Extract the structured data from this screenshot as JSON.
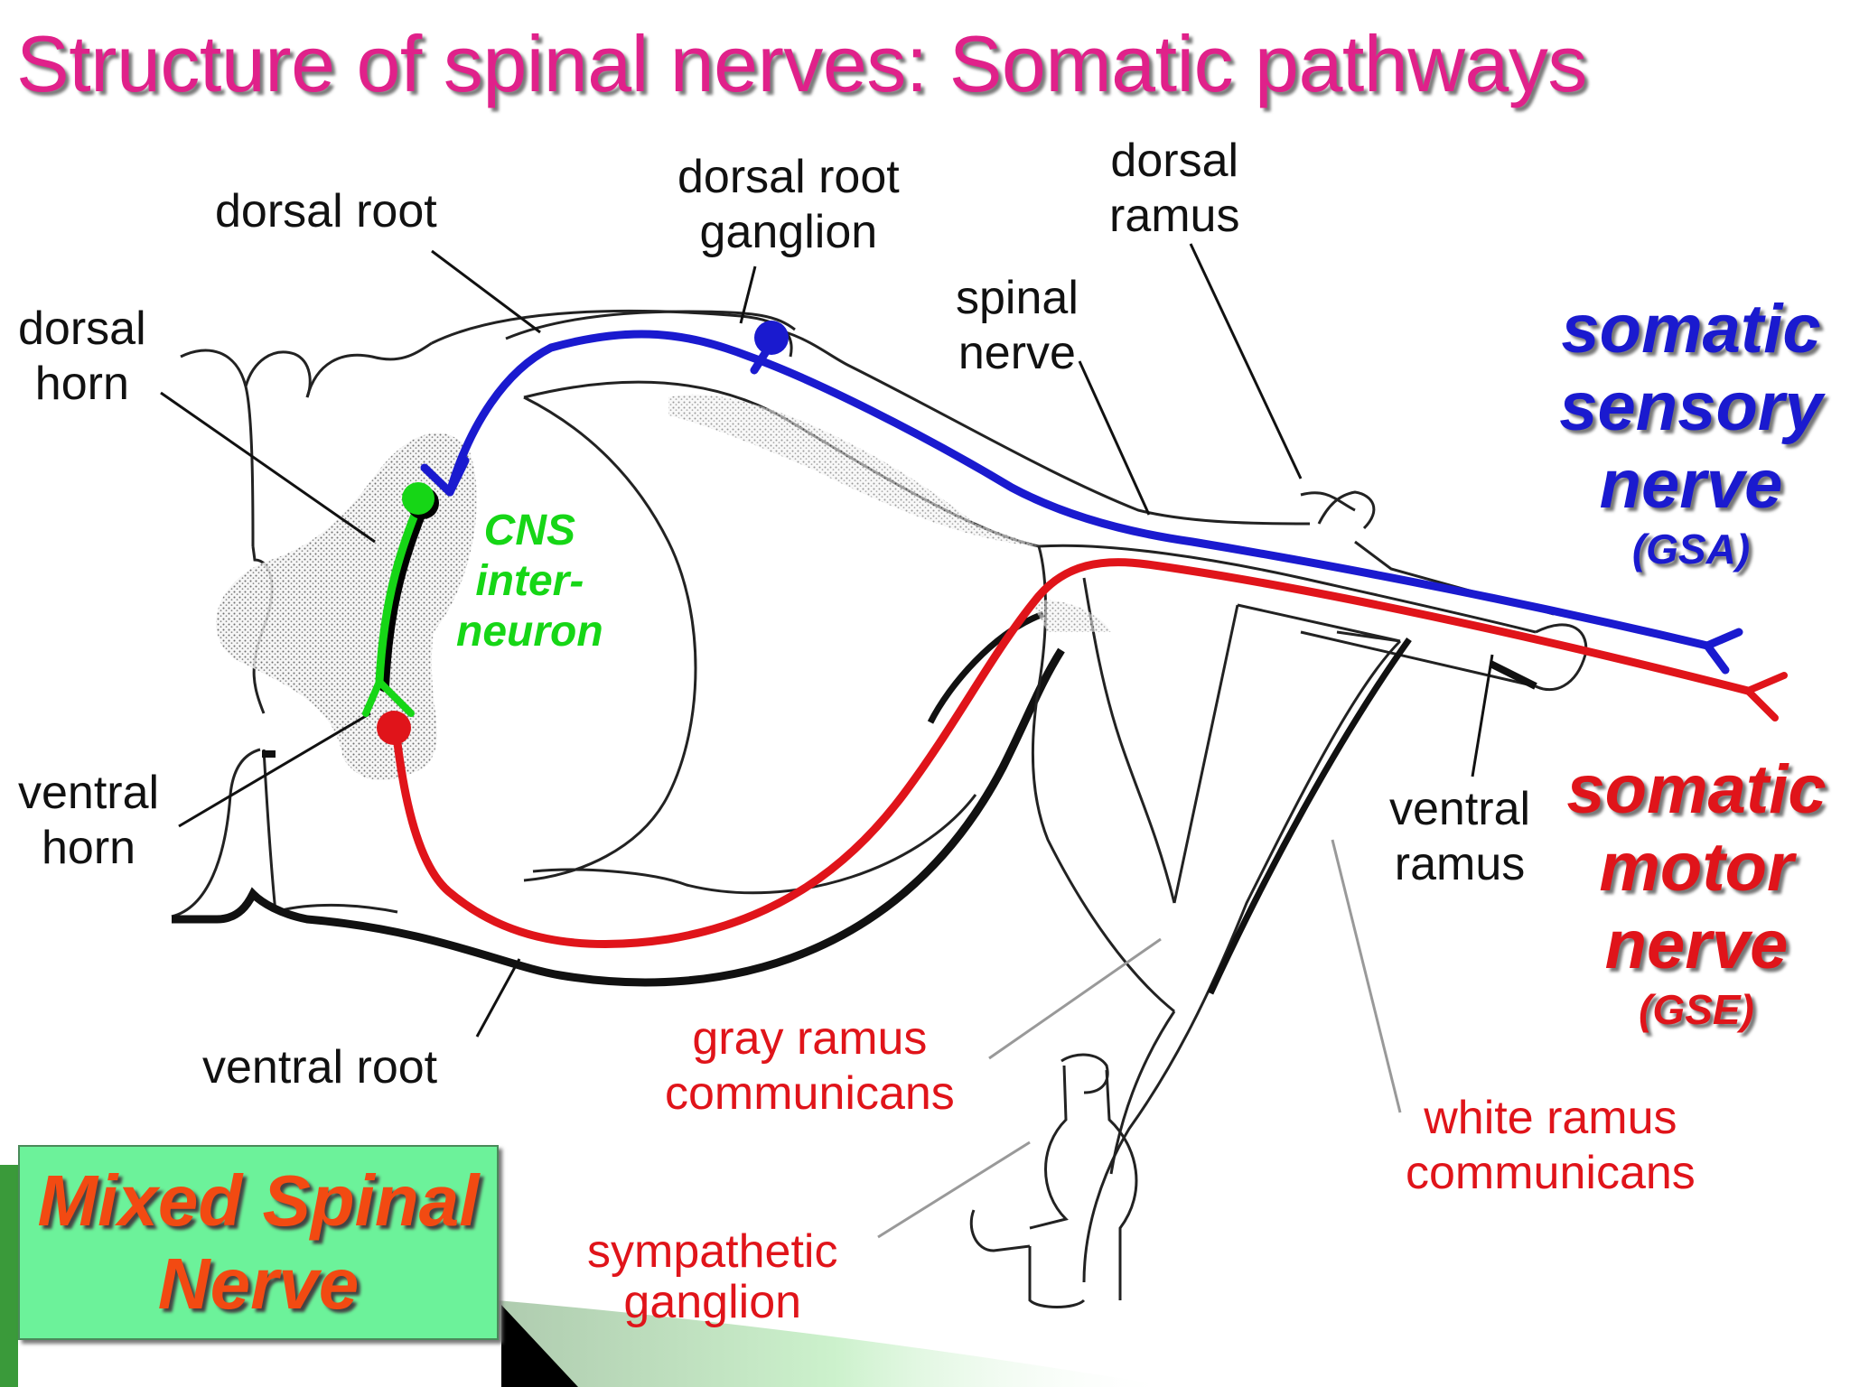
{
  "title": "Structure of spinal nerves: Somatic pathways",
  "labels": {
    "dorsal_root": "dorsal root",
    "dorsal_root_ganglion": [
      "dorsal root",
      "ganglion"
    ],
    "dorsal_ramus": [
      "dorsal",
      "ramus"
    ],
    "spinal_nerve": [
      "spinal",
      "nerve"
    ],
    "dorsal_horn": [
      "dorsal",
      "horn"
    ],
    "cns_interneuron": [
      "CNS",
      "inter-",
      "neuron"
    ],
    "ventral_horn": [
      "ventral",
      "horn"
    ],
    "ventral_ramus": [
      "ventral",
      "ramus"
    ],
    "ventral_root": "ventral root",
    "gray_ramus": [
      "gray ramus",
      "communicans"
    ],
    "white_ramus": [
      "white ramus",
      "communicans"
    ],
    "sympathetic_ganglion": [
      "sympathetic",
      "ganglion"
    ]
  },
  "sensory": {
    "lines": [
      "somatic",
      "sensory",
      "nerve"
    ],
    "abbr": "(GSA)"
  },
  "motor": {
    "lines": [
      "somatic",
      "motor",
      "nerve"
    ],
    "abbr": "(GSE)"
  },
  "mixed": [
    "Mixed Spinal",
    "Nerve"
  ],
  "colors": {
    "title": "#e0218a",
    "sensory": "#1a1acf",
    "motor": "#e0141a",
    "interneuron": "#16d616",
    "box": "#6cf29a",
    "box_text": "#f24a12"
  }
}
